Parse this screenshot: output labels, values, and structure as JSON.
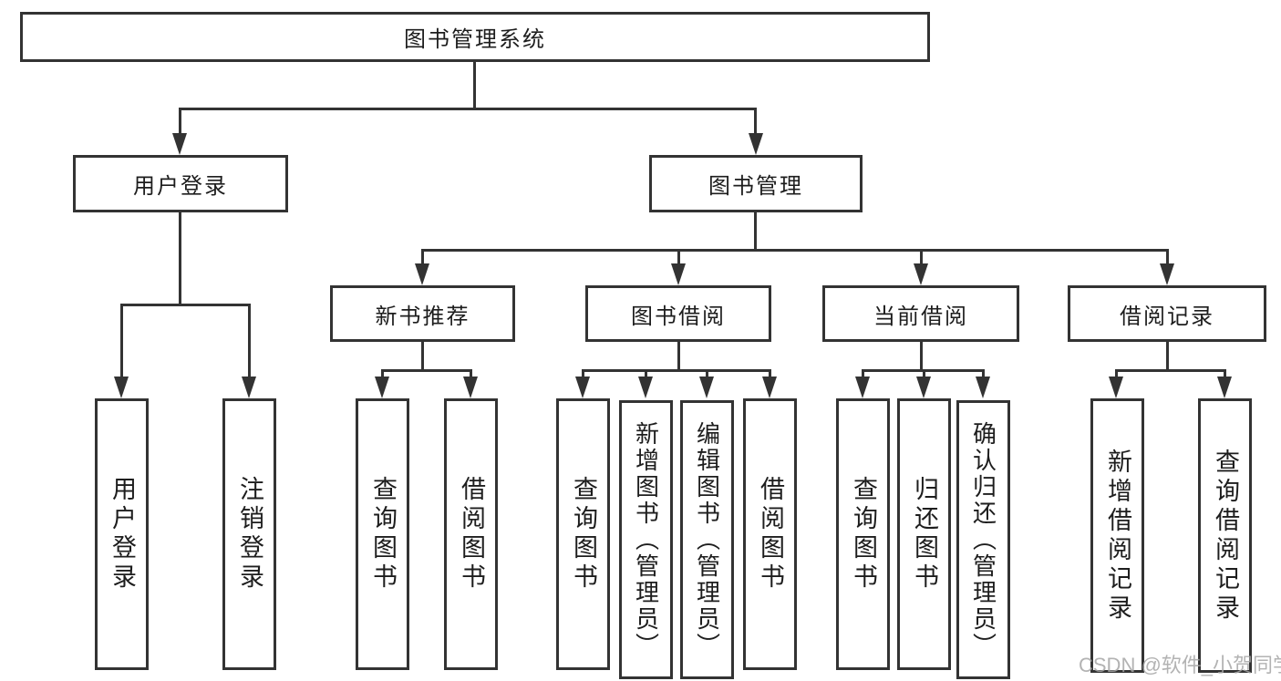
{
  "colors": {
    "line": "#333333",
    "text": "#1d1d1d",
    "bg": "#ffffff",
    "watermark": "#a6a6a6"
  },
  "tree": {
    "root": {
      "label": "图书管理系统"
    },
    "branches": [
      {
        "label": "用户登录",
        "leaves": [
          {
            "label": "用户登录"
          },
          {
            "label": "注销登录"
          }
        ]
      },
      {
        "label": "图书管理",
        "groups": [
          {
            "label": "新书推荐",
            "leaves": [
              {
                "label": "查询图书"
              },
              {
                "label": "借阅图书"
              }
            ]
          },
          {
            "label": "图书借阅",
            "leaves": [
              {
                "label": "查询图书"
              },
              {
                "label": "新增图书（管理员）"
              },
              {
                "label": "编辑图书（管理员）"
              },
              {
                "label": "借阅图书"
              }
            ]
          },
          {
            "label": "当前借阅",
            "leaves": [
              {
                "label": "查询图书"
              },
              {
                "label": "归还图书"
              },
              {
                "label": "确认归还（管理员）"
              }
            ]
          },
          {
            "label": "借阅记录",
            "leaves": [
              {
                "label": "新增借阅记录"
              },
              {
                "label": "查询借阅记录"
              }
            ]
          }
        ]
      }
    ]
  },
  "watermark": {
    "text": "CSDN @软件_小贺同学"
  }
}
